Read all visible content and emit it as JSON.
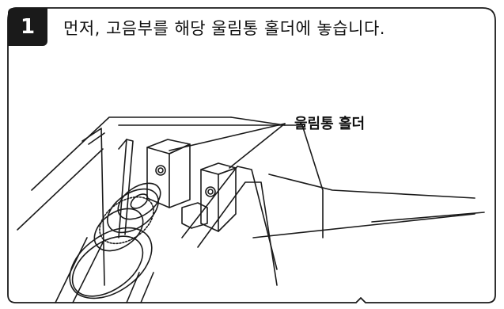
{
  "step": {
    "number": "1",
    "instruction": "먼저, 고음부를 해당 울림통 홀더에 놓습니다."
  },
  "illustration": {
    "callout_label": "울림통 홀더"
  }
}
